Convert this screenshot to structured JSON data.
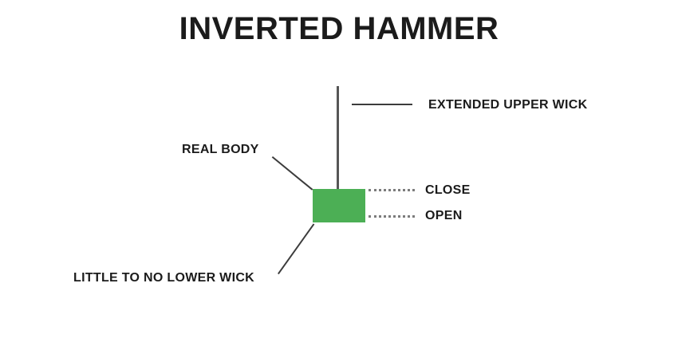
{
  "page": {
    "title": "INVERTED HAMMER",
    "background_color": "#ffffff"
  },
  "chart_data": {
    "type": "candlestick",
    "title": "INVERTED HAMMER",
    "pattern": "Inverted Hammer",
    "candles": [
      {
        "direction": "bullish",
        "body_color": "#4caf55",
        "wick_color": "#565656",
        "upper_wick": "extended",
        "lower_wick": "little to none",
        "levels": [
          "OPEN",
          "CLOSE"
        ]
      }
    ],
    "xlabel": "",
    "ylabel": "",
    "grid": false,
    "legend": "none"
  },
  "annotations": {
    "upper_wick": {
      "label": "EXTENDED UPPER WICK",
      "leader": "solid-horizontal"
    },
    "real_body": {
      "label": "REAL BODY",
      "leader": "diagonal"
    },
    "close": {
      "label": "CLOSE",
      "leader": "dotted-horizontal"
    },
    "open": {
      "label": "OPEN",
      "leader": "dotted-horizontal"
    },
    "lower_wick": {
      "label": "LITTLE TO NO LOWER WICK",
      "leader": "diagonal"
    }
  },
  "colors": {
    "body_green": "#4caf55",
    "wick_gray": "#565656",
    "text_black": "#1b1b1b",
    "leader_gray": "#7c7c7c"
  }
}
